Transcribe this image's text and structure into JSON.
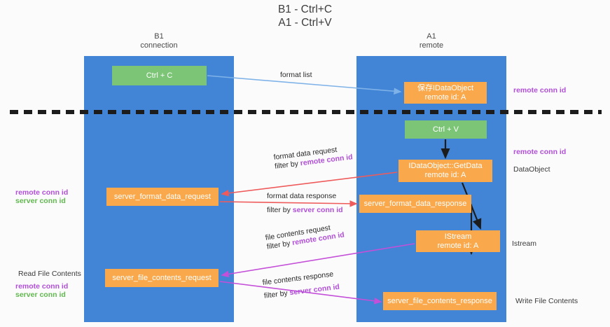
{
  "title": {
    "line1": "B1 - Ctrl+C",
    "line2": "A1 - Ctrl+V"
  },
  "columns": {
    "left": {
      "name": "B1",
      "role": "connection"
    },
    "right": {
      "name": "A1",
      "role": "remote"
    }
  },
  "nodes": {
    "ctrl_c": {
      "label": "Ctrl + C",
      "color": "#7cc576"
    },
    "ctrl_v": {
      "label": "Ctrl + V",
      "color": "#7cc576"
    },
    "idataobject": {
      "line1": "保存IDataObject",
      "line2": "remote id: A",
      "color": "#f9a84b"
    },
    "getdata": {
      "line1": "IDataObject::GetData",
      "line2": "remote id: A",
      "color": "#f9a84b"
    },
    "istream": {
      "line1": "IStream",
      "line2": "remote id: A",
      "color": "#f9a84b"
    },
    "server_format_data_request": {
      "label": "server_format_data_request",
      "color": "#f9a84b"
    },
    "server_format_data_response": {
      "label": "server_format_data_response",
      "color": "#f9a84b"
    },
    "server_file_contents_request": {
      "label": "server_file_contents_request",
      "color": "#f9a84b"
    },
    "server_file_contents_response": {
      "label": "server_file_contents_response",
      "color": "#f9a84b"
    }
  },
  "edge_labels": {
    "format_list": "format list",
    "format_data_request": "format data request",
    "format_data_request_filter_prefix": "filter by ",
    "format_data_request_filter_key": "remote conn id",
    "format_data_response": "format data response",
    "format_data_response_filter_prefix": "filter by ",
    "format_data_response_filter_key": "server conn id",
    "file_contents_request": "file contents request",
    "file_contents_request_filter_prefix": "filter by ",
    "file_contents_request_filter_key": "remote conn id",
    "file_contents_response": "file contents response",
    "file_contents_response_filter_prefix": "filter by ",
    "file_contents_response_filter_key": "server conn id"
  },
  "annotations": {
    "right_remote_conn_id_top": "remote conn id",
    "right_remote_conn_id_mid": "remote conn id",
    "right_dataobject": "DataObject",
    "right_istream": "Istream",
    "right_write_file_contents": "Write File Contents",
    "left_remote_conn_id_top": "remote conn id",
    "left_server_conn_id_top": "server conn id",
    "left_read_file_contents": "Read File Contents",
    "left_remote_conn_id_bottom": "remote conn id",
    "left_server_conn_id_bottom": "server conn id"
  },
  "colors": {
    "lane": "#4285d6",
    "node_green": "#7cc576",
    "node_orange": "#f9a84b",
    "key_purple": "#b14fd8",
    "key_green": "#61b84f",
    "arrow_blue": "#7fb3e8",
    "arrow_red": "#ef5b5b",
    "arrow_magenta": "#c44fd8",
    "arrow_black": "#1c1c1c",
    "divider": "#1c1c1c",
    "background": "#fbfbfb"
  }
}
